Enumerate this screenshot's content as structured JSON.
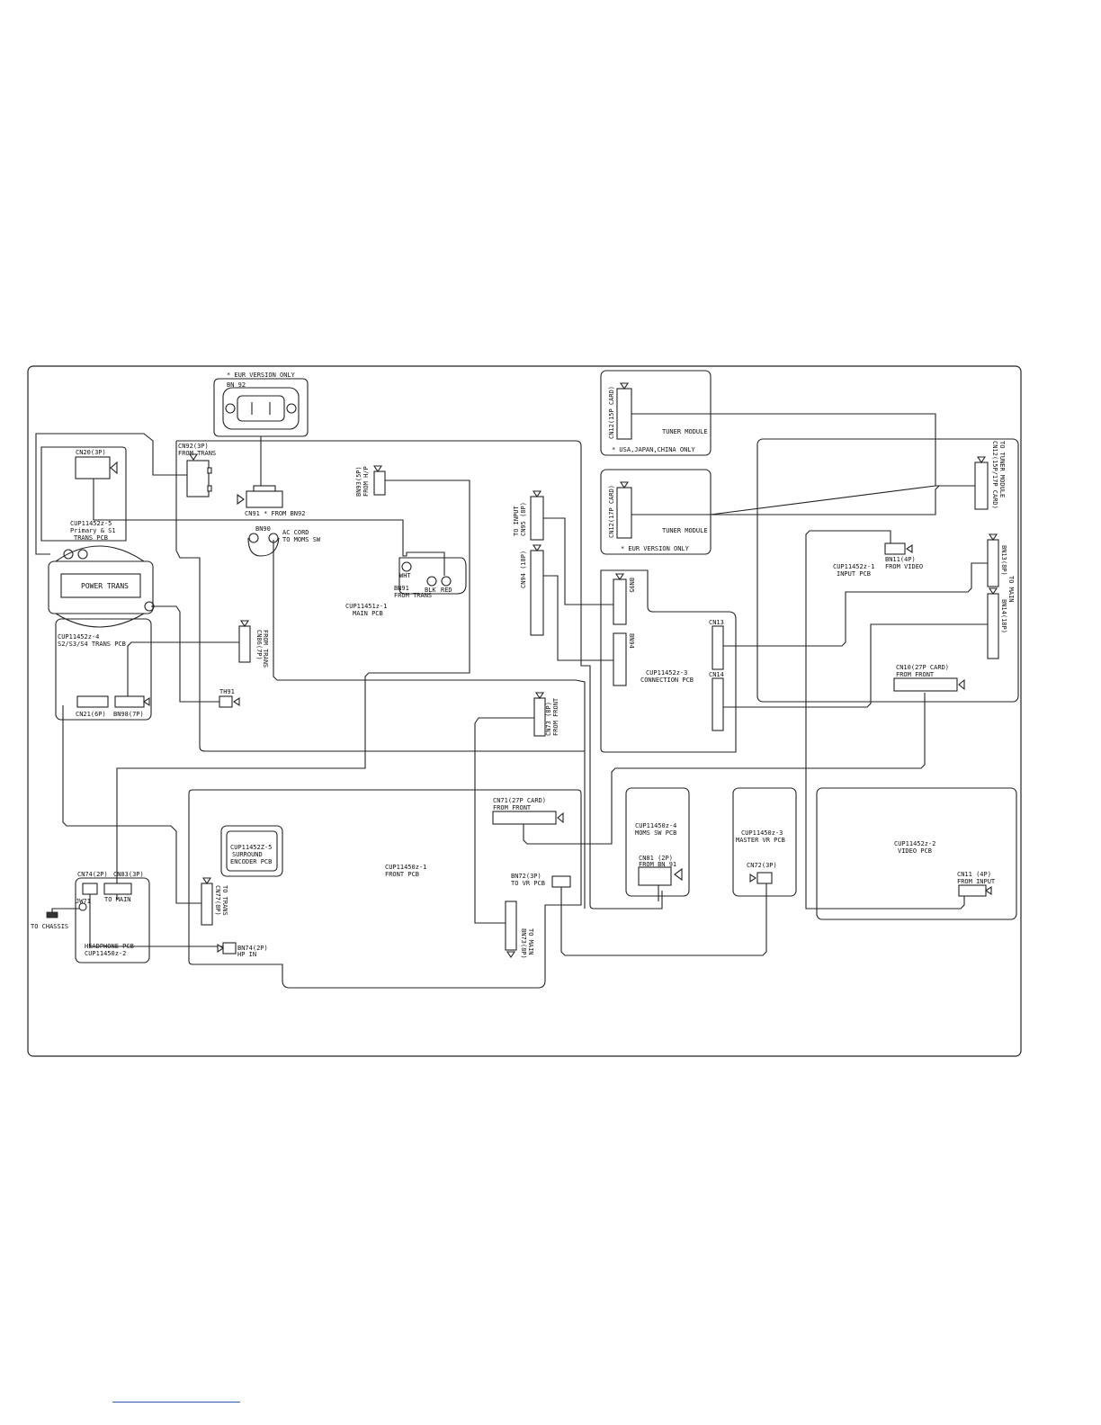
{
  "labels": {
    "eur_version_only_top": "* EUR VERSION ONLY",
    "bn92": "BN 92",
    "cn92": "CN92(3P)",
    "cn92_from": "FROM TRANS",
    "cn91": "CN91 * FROM BN92",
    "cn20": "CN20(3P)",
    "primary_l1": "CUP11452z-5",
    "primary_l2": "Primary & S1",
    "primary_l3": "TRANS PCB",
    "power_trans": "POWER TRANS",
    "trans_l1": "CUP11452z-4",
    "trans_l2": "S2/S3/S4 TRANS PCB",
    "cn21": "CN21(6P)",
    "bn98": "BN98(7P)",
    "cn86": "CN86(7P)",
    "cn86_from": "FROM TRANS",
    "th91": "TH91",
    "bn90": "BN90",
    "ac_cord": "AC CORD",
    "to_moms_sw": "TO MOMS SW",
    "bn93": "BN93(5P)",
    "bn93_from": "FROM H/P",
    "wht": "WHT",
    "blk": "BLK",
    "red": "RED",
    "bn91": "BN91",
    "bn91_from": "FROM TRANS",
    "main_l1": "CUP11451z-1",
    "main_l2": "MAIN PCB",
    "cn95": "CN95 (8P)",
    "to_input": "TO INPUT",
    "cn94": "CN94 (18P)",
    "cn73": "CN73 (8P)",
    "cn73_from": "FROM FRONT",
    "cn12_tuner": "CN12(15P CARD)",
    "tuner_module_1": "TUNER MODULE",
    "usa_only": "* USA,JAPAN,CHINA ONLY",
    "cn12_eur": "CN12(17P CARD)",
    "tuner_module_2": "TUNER MODULE",
    "eur_version_only_2": "* EUR VERSION ONLY",
    "bn95": "BN95",
    "bn94": "BN94",
    "conn_l1": "CUP11452z-3",
    "conn_l2": "CONNECTION PCB",
    "cn13": "CN13",
    "cn14": "CN14",
    "cn12_input": "CN12(15P/17P CARD)",
    "cn12_input_to": "TO TUNER MODULE",
    "bn11": "BN11(4P)",
    "bn11_from": "FROM VIDEO",
    "input_l1": "CUP11452z-1",
    "input_l2": "INPUT PCB",
    "bn13": "BN13(8P)",
    "bn13_to": "TO MAIN",
    "bn14": "BN14(18P)",
    "cn10": "CN10(27P CARD)",
    "cn10_from": "FROM FRONT",
    "surround_l1": "CUP11452Z-5",
    "surround_l2": "SURROUND",
    "surround_l3": "ENCODER PCB",
    "front_l1": "CUP11450z-1",
    "front_l2": "FRONT PCB",
    "cn71": "CN71(27P CARD)",
    "cn71_from": "FROM FRONT",
    "bn72": "BN72(3P)",
    "bn72_to": "TO VR PCB",
    "bn73": "BN73(8P)",
    "bn73_to": "TO MAIN",
    "cn77": "CN77(8P)",
    "cn77_to": "TO TRANS",
    "bn74": "BN74(2P)",
    "hp_in": "HP IN",
    "moms_l1": "CUP11450z-4",
    "moms_l2": "MOMS SW PCB",
    "cn81": "CN81 (2P)",
    "cn81_from": "FROM BN 91",
    "master_l1": "CUP11450z-3",
    "master_l2": "MASTER VR PCB",
    "cn72": "CN72(3P)",
    "video_l1": "CUP11452z-2",
    "video_l2": "VIDEO PCB",
    "cn11": "CN11 (4P)",
    "cn11_from": "FROM INPUT",
    "cn74": "CN74(2P)",
    "cn83": "CN83(3P)",
    "to_main": "TO MAIN",
    "jw71": "JW71",
    "to_chassis": "TO CHASSIS",
    "hp_l1": "HEADPHONE PCB",
    "hp_l2": "CUP11450z-2"
  }
}
